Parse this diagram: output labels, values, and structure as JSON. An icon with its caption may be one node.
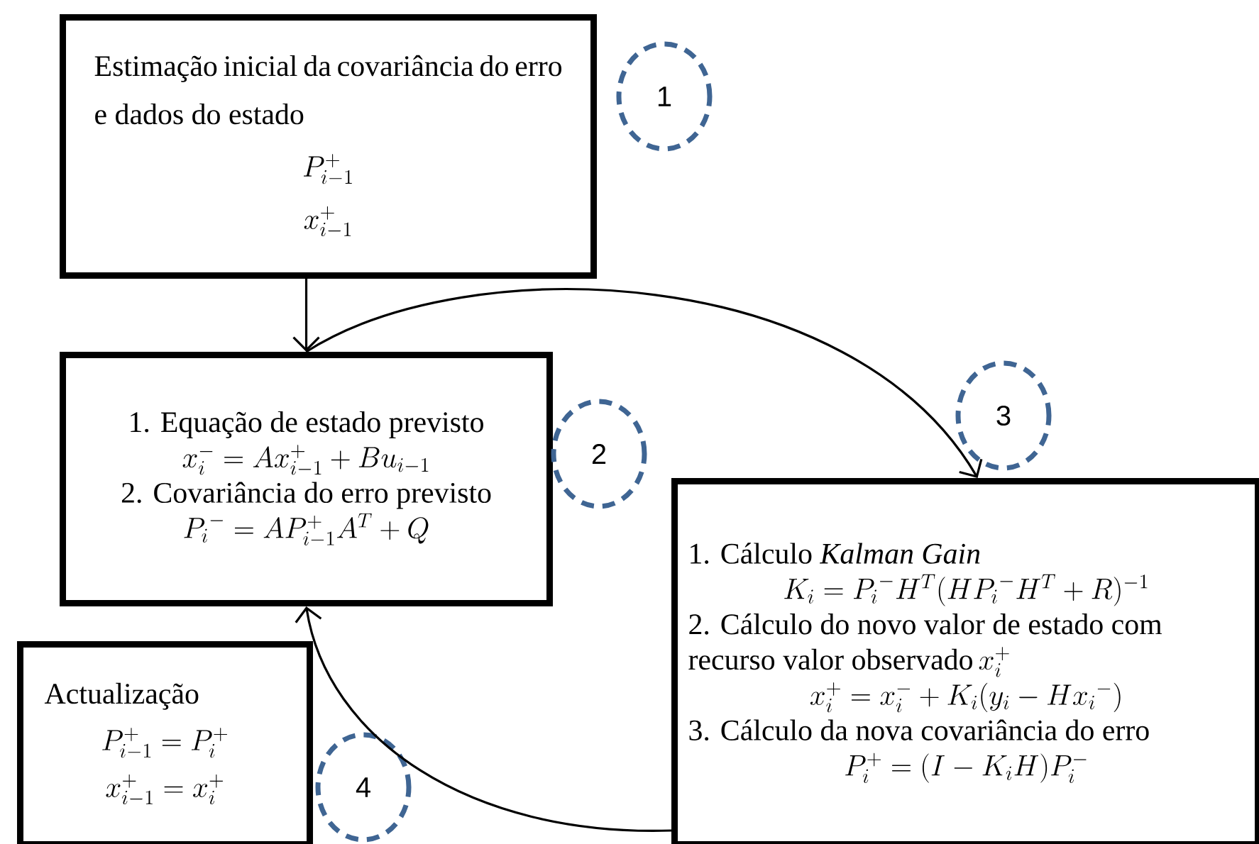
{
  "diagram": {
    "nodes": [
      {
        "text": [
          "Estimação inicial da covariância do erro e dados do estado",
          "P_{i-1}^{+}",
          "x_{i-1}^{+}"
        ]
      },
      {
        "text": [
          "1"
        ]
      },
      {
        "text": [
          "1. Equação de estado previsto",
          "x_{i}^{-} = Ax_{i-1}^{+} + Bu_{i-1}",
          "2. Covariância do erro previsto",
          "{P_{i}}^{-} = AP_{i-1}^{+}A^{T} + Q"
        ]
      },
      {
        "text": [
          "2"
        ]
      },
      {
        "text": [
          "1. Cálculo *Kalman Gain*",
          "K_{i} = {P_{i}}^{-}H^{T}(H{P_{i}}^{-}H^{T} + R)^{-1}",
          "2. Cálculo do novo valor de estado com recurso valor observado",
          "x_{i}^{+}",
          "x_{i}^{+} = x_{i}^{-} + K_{i}(y_{i} - H{x_{i}}^{-})",
          "3. Cálculo da nova covariância do erro",
          "P_{i}^{+} = (I - K_{i}H)P_{i}^{-}"
        ]
      },
      {
        "text": [
          "3"
        ]
      },
      {
        "text": [
          "Actualização",
          "P_{i-1}^{+} = P_{i}^{+}",
          "x_{i-1}^{+} = x_{i}^{+}"
        ]
      },
      {
        "text": [
          "4"
        ]
      }
    ],
    "edges": [
      {
        "from": 0,
        "to": 2,
        "arrow": "to"
      },
      {
        "from": 2,
        "to": 4,
        "arrow": "to"
      },
      {
        "from": 4,
        "to": 2,
        "arrow": "to"
      }
    ]
  }
}
